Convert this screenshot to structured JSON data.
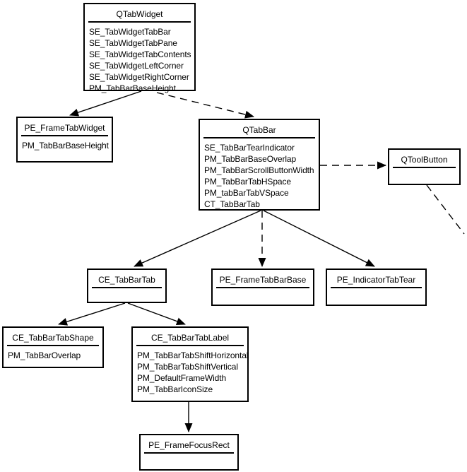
{
  "diagram": {
    "kind": "class-style-element tree",
    "colors": {
      "background": "#ffffff",
      "box_fill": "#ffffff",
      "box_border": "#000000",
      "line": "#000000"
    },
    "nodes": [
      {
        "id": "QTabWidget",
        "title": "QTabWidget",
        "items": [
          "SE_TabWidgetTabBar",
          "SE_TabWidgetTabPane",
          "SE_TabWidgetTabContents",
          "SE_TabWidgetLeftCorner",
          "SE_TabWidgetRightCorner",
          "PM_TabBarBaseHeight"
        ]
      },
      {
        "id": "PE_FrameTabWidget",
        "title": "PE_FrameTabWidget",
        "items": [
          "PM_TabBarBaseHeight"
        ]
      },
      {
        "id": "QTabBar",
        "title": "QTabBar",
        "items": [
          "SE_TabBarTearIndicator",
          "PM_TabBarBaseOverlap",
          "PM_TabBarScrollButtonWidth",
          "PM_TabBarTabHSpace",
          "PM_tabBarTabVSpace",
          "CT_TabBarTab"
        ]
      },
      {
        "id": "QToolButton",
        "title": "QToolButton",
        "items": []
      },
      {
        "id": "CE_TabBarTab",
        "title": "CE_TabBarTab",
        "items": []
      },
      {
        "id": "PE_FrameTabBarBase",
        "title": "PE_FrameTabBarBase",
        "items": []
      },
      {
        "id": "PE_IndicatorTabTear",
        "title": "PE_IndicatorTabTear",
        "items": []
      },
      {
        "id": "CE_TabBarTabShape",
        "title": "CE_TabBarTabShape",
        "items": [
          "PM_TabBarOverlap"
        ]
      },
      {
        "id": "CE_TabBarTabLabel",
        "title": "CE_TabBarTabLabel",
        "items": [
          "PM_TabBarTabShiftHorizontal",
          "PM_TabBarTabShiftVertical",
          "PM_DefaultFrameWidth",
          "PM_TabBarIconSize"
        ]
      },
      {
        "id": "PE_FrameFocusRect",
        "title": "PE_FrameFocusRect",
        "items": []
      }
    ],
    "edges": [
      {
        "from": "QTabWidget",
        "to": "PE_FrameTabWidget",
        "style": "solid",
        "arrowhead": true
      },
      {
        "from": "QTabWidget",
        "to": "QTabBar",
        "style": "dashed",
        "arrowhead": true
      },
      {
        "from": "QTabBar",
        "to": "QToolButton",
        "style": "dashed",
        "arrowhead": true
      },
      {
        "from": "QToolButton",
        "to": "off-canvas-bottom-right",
        "style": "dashed",
        "arrowhead": false
      },
      {
        "from": "QTabBar",
        "to": "CE_TabBarTab",
        "style": "solid",
        "arrowhead": true
      },
      {
        "from": "QTabBar",
        "to": "PE_FrameTabBarBase",
        "style": "dashed",
        "arrowhead": true
      },
      {
        "from": "QTabBar",
        "to": "PE_IndicatorTabTear",
        "style": "solid",
        "arrowhead": true
      },
      {
        "from": "CE_TabBarTab",
        "to": "CE_TabBarTabShape",
        "style": "solid",
        "arrowhead": true
      },
      {
        "from": "CE_TabBarTab",
        "to": "CE_TabBarTabLabel",
        "style": "solid",
        "arrowhead": true
      },
      {
        "from": "CE_TabBarTabLabel",
        "to": "PE_FrameFocusRect",
        "style": "solid",
        "arrowhead": true
      }
    ]
  }
}
